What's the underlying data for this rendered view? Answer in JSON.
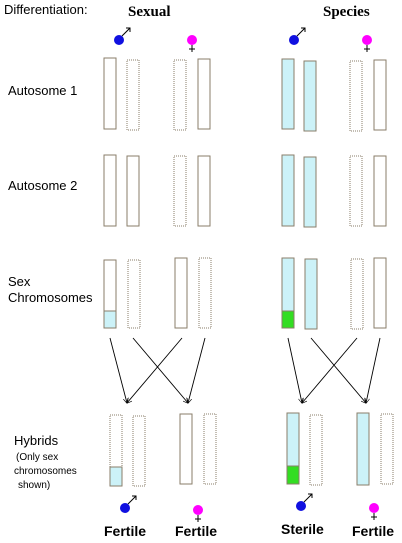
{
  "header": {
    "differentiation": "Differentiation:",
    "sexual": "Sexual",
    "species": "Species"
  },
  "rows": {
    "autosome1": "Autosome 1",
    "autosome2": "Autosome 2",
    "sex_line1": "Sex",
    "sex_line2": "Chromosomes",
    "hybrids": "Hybrids",
    "note_line1": "(Only sex",
    "note_line2": "chromosomes",
    "note_line3": "shown)"
  },
  "outcomes": {
    "sexual_male": "Fertile",
    "sexual_female": "Fertile",
    "species_male": "Sterile",
    "species_female": "Fertile"
  },
  "colors": {
    "male": "#1010e0",
    "female": "#ff00ff",
    "species_fill": "#ccf2f8",
    "sterile_block": "#33dd22",
    "outline": "#8a7e6a"
  }
}
